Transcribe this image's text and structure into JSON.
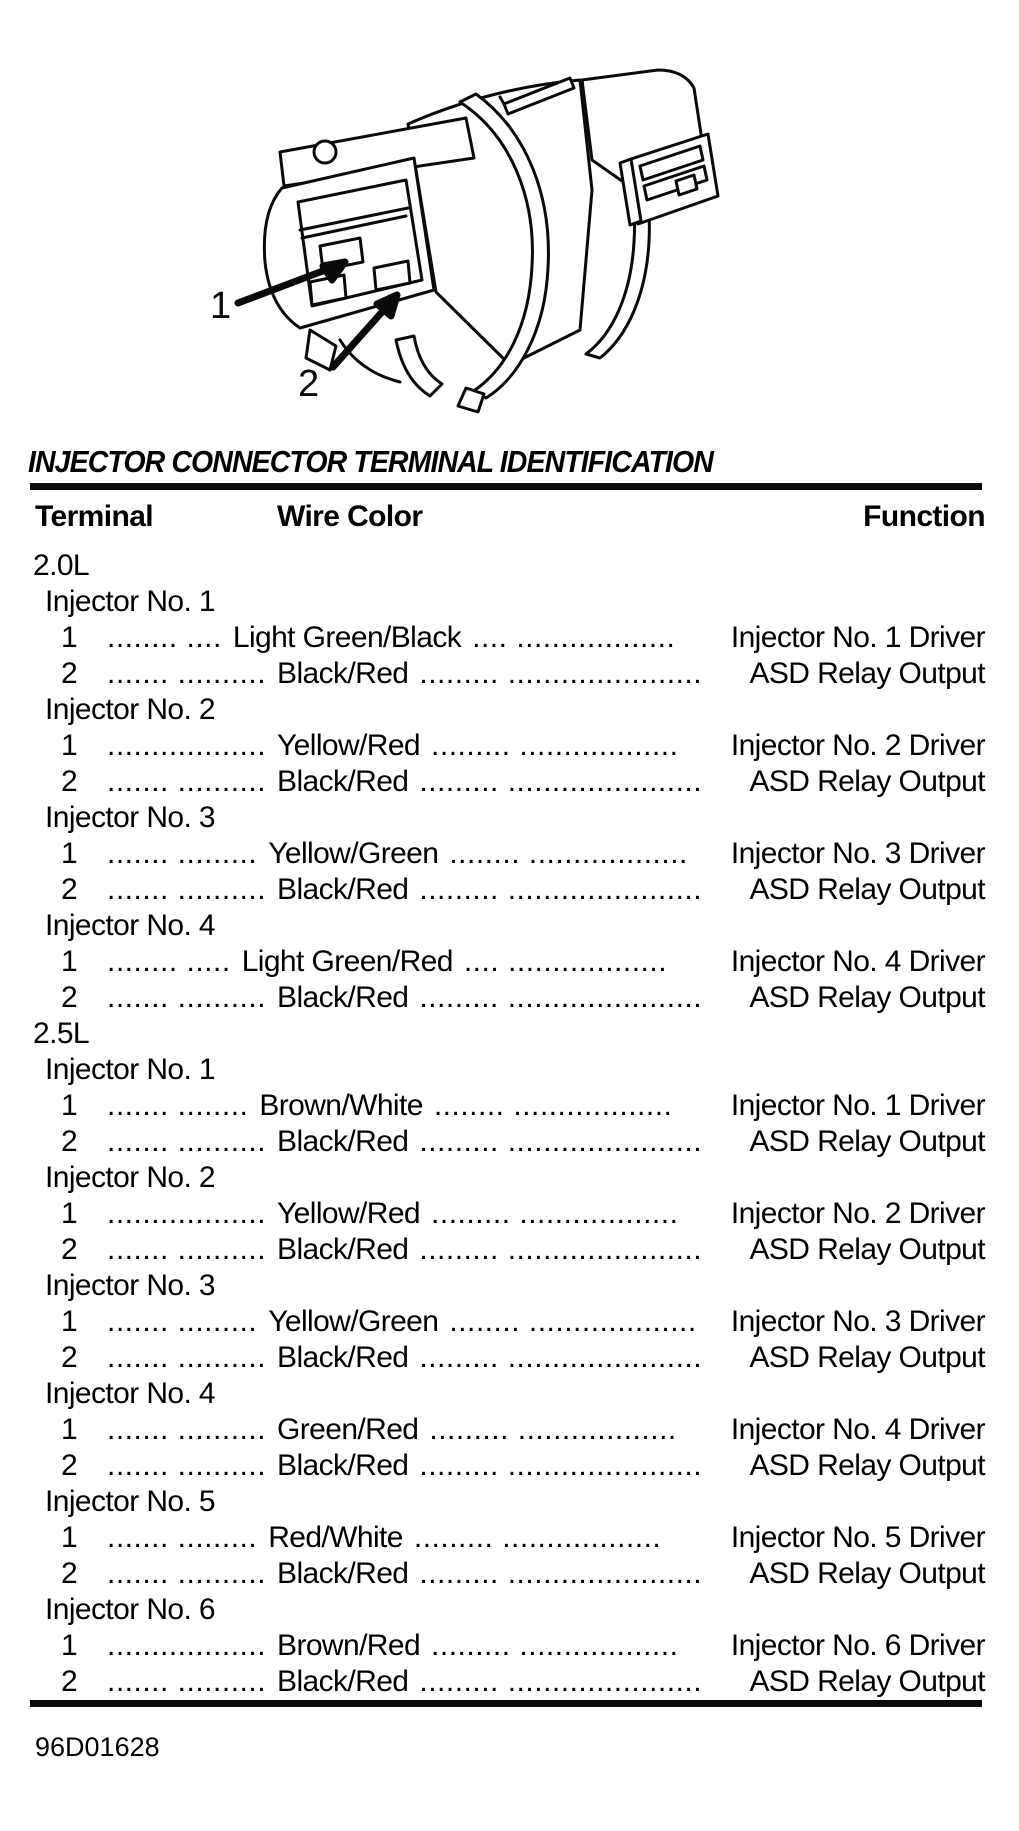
{
  "colors": {
    "ink": "#0a0a0a",
    "paper": "#ffffff"
  },
  "figure": {
    "label_1": "1",
    "label_2": "2"
  },
  "title": "INJECTOR CONNECTOR TERMINAL IDENTIFICATION",
  "columns": {
    "terminal": "Terminal",
    "wire": "Wire Color",
    "function": "Function"
  },
  "table": {
    "sections": [
      {
        "engine": "2.0L",
        "injectors": [
          {
            "name": "Injector No. 1",
            "rows": [
              {
                "terminal": "1",
                "leader1": "........ ....",
                "wire": "Light Green/Black",
                "leader2": ".... ..................",
                "function": "Injector No. 1 Driver"
              },
              {
                "terminal": "2",
                "leader1": "....... ..........",
                "wire": "Black/Red",
                "leader2": "......... ......................",
                "function": "ASD Relay Output"
              }
            ]
          },
          {
            "name": "Injector No. 2",
            "rows": [
              {
                "terminal": "1",
                "leader1": "..................",
                "wire": "Yellow/Red",
                "leader2": "......... ..................",
                "function": "Injector No. 2 Driver"
              },
              {
                "terminal": "2",
                "leader1": "....... ..........",
                "wire": "Black/Red",
                "leader2": "......... ......................",
                "function": "ASD Relay Output"
              }
            ]
          },
          {
            "name": "Injector No. 3",
            "rows": [
              {
                "terminal": "1",
                "leader1": "....... .........",
                "wire": "Yellow/Green",
                "leader2": "........ ..................",
                "function": "Injector No. 3 Driver"
              },
              {
                "terminal": "2",
                "leader1": "....... ..........",
                "wire": "Black/Red",
                "leader2": "......... ......................",
                "function": "ASD Relay Output"
              }
            ]
          },
          {
            "name": "Injector No. 4",
            "rows": [
              {
                "terminal": "1",
                "leader1": "........ .....",
                "wire": "Light Green/Red",
                "leader2": ".... ..................",
                "function": "Injector No. 4 Driver"
              },
              {
                "terminal": "2",
                "leader1": "....... ..........",
                "wire": "Black/Red",
                "leader2": "......... ......................",
                "function": "ASD Relay Output"
              }
            ]
          }
        ]
      },
      {
        "engine": "2.5L",
        "injectors": [
          {
            "name": "Injector No. 1",
            "rows": [
              {
                "terminal": "1",
                "leader1": "....... ........",
                "wire": "Brown/White",
                "leader2": "........ ..................",
                "function": "Injector No. 1 Driver"
              },
              {
                "terminal": "2",
                "leader1": "....... ..........",
                "wire": "Black/Red",
                "leader2": "......... ......................",
                "function": "ASD Relay Output"
              }
            ]
          },
          {
            "name": "Injector No. 2",
            "rows": [
              {
                "terminal": "1",
                "leader1": "..................",
                "wire": "Yellow/Red",
                "leader2": "......... ..................",
                "function": "Injector No. 2 Driver"
              },
              {
                "terminal": "2",
                "leader1": "....... ..........",
                "wire": "Black/Red",
                "leader2": "......... ......................",
                "function": "ASD Relay Output"
              }
            ]
          },
          {
            "name": "Injector No. 3",
            "rows": [
              {
                "terminal": "1",
                "leader1": "....... .........",
                "wire": "Yellow/Green",
                "leader2": "........ ...................",
                "function": "Injector No. 3 Driver"
              },
              {
                "terminal": "2",
                "leader1": "....... ..........",
                "wire": "Black/Red",
                "leader2": "......... ......................",
                "function": "ASD Relay Output"
              }
            ]
          },
          {
            "name": "Injector No. 4",
            "rows": [
              {
                "terminal": "1",
                "leader1": "....... ..........",
                "wire": "Green/Red",
                "leader2": "......... ..................",
                "function": "Injector No. 4 Driver"
              },
              {
                "terminal": "2",
                "leader1": "....... ..........",
                "wire": "Black/Red",
                "leader2": "......... ......................",
                "function": "ASD Relay Output"
              }
            ]
          },
          {
            "name": "Injector No. 5",
            "rows": [
              {
                "terminal": "1",
                "leader1": "....... .........",
                "wire": "Red/White",
                "leader2": "......... ..................",
                "function": "Injector No. 5 Driver"
              },
              {
                "terminal": "2",
                "leader1": "....... ..........",
                "wire": "Black/Red",
                "leader2": "......... ......................",
                "function": "ASD Relay Output"
              }
            ]
          },
          {
            "name": "Injector No. 6",
            "rows": [
              {
                "terminal": "1",
                "leader1": "..................",
                "wire": "Brown/Red",
                "leader2": "......... ..................",
                "function": "Injector No. 6 Driver"
              },
              {
                "terminal": "2",
                "leader1": "....... ..........",
                "wire": "Black/Red",
                "leader2": "......... ......................",
                "function": "ASD Relay Output"
              }
            ]
          }
        ]
      }
    ]
  },
  "footer": {
    "code": "96D01628"
  }
}
